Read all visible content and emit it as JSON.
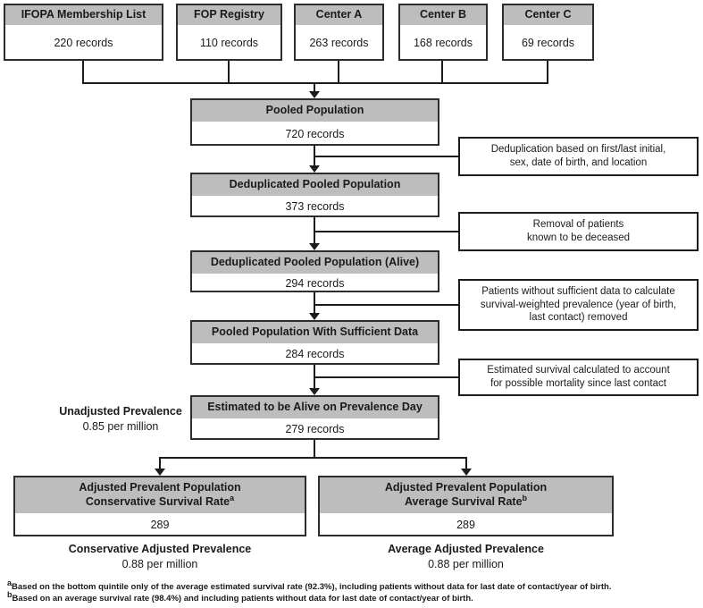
{
  "colors": {
    "header_fill": "#bdbdbd",
    "box_border": "#2d2d2d",
    "note_border": "#1c1c1c",
    "line": "#1c1c1c",
    "background": "#ffffff"
  },
  "sources": [
    {
      "title": "IFOPA Membership List",
      "records": "220 records"
    },
    {
      "title": "FOP Registry",
      "records": "110 records"
    },
    {
      "title": "Center A",
      "records": "263 records"
    },
    {
      "title": "Center B",
      "records": "168 records"
    },
    {
      "title": "Center C",
      "records": "69 records"
    }
  ],
  "pipeline": [
    {
      "title": "Pooled Population",
      "records": "720 records"
    },
    {
      "title": "Deduplicated Pooled Population",
      "records": "373 records"
    },
    {
      "title": "Deduplicated Pooled Population (Alive)",
      "records": "294 records"
    },
    {
      "title": "Pooled Population With Sufficient Data",
      "records": "284 records"
    },
    {
      "title": "Estimated to be Alive on Prevalence Day",
      "records": "279 records"
    }
  ],
  "notes": [
    {
      "lines": {
        "0": "Deduplication based on first/last initial,",
        "1": "sex, date of birth, and location"
      }
    },
    {
      "lines": {
        "0": "Removal of patients",
        "1": "known to be deceased"
      }
    },
    {
      "lines": {
        "0": "Patients without sufficient data to calculate",
        "1": "survival-weighted prevalence (year of birth,",
        "2": "last contact) removed"
      }
    },
    {
      "lines": {
        "0": "Estimated survival calculated to account",
        "1": "for possible mortality since last contact"
      }
    }
  ],
  "unadjusted_label": {
    "title": "Unadjusted Prevalence",
    "value": "0.85 per million"
  },
  "adjusted": [
    {
      "title_line1": "Adjusted Prevalent Population",
      "title_line2": "Conservative Survival Rate",
      "superscript": "a",
      "value": "289",
      "label_title": "Conservative Adjusted Prevalence",
      "label_value": "0.88 per million"
    },
    {
      "title_line1": "Adjusted Prevalent Population",
      "title_line2": "Average Survival Rate",
      "superscript": "b",
      "value": "289",
      "label_title": "Average Adjusted Prevalence",
      "label_value": "0.88 per million"
    }
  ],
  "footnotes": [
    {
      "sup": "a",
      "text": "Based on the bottom quintile only of the average estimated survival rate (92.3%), including patients without data for last date of contact/year of birth."
    },
    {
      "sup": "b",
      "text": "Based on an average survival rate (98.4%) and including patients without data for last date of contact/year of birth."
    }
  ]
}
